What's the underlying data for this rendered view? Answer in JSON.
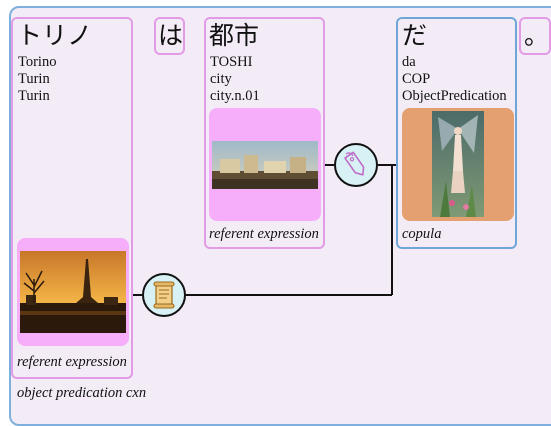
{
  "diagram": {
    "construction_label": "object predication cxn",
    "tokens": [
      {
        "surface": "トリノ",
        "romaji": "Torino",
        "gloss": "Turin",
        "sense": "Turin",
        "role": "referent expression",
        "image": "turin-skyline-picture"
      },
      {
        "surface": "は"
      },
      {
        "surface": "都市",
        "romaji": "TOSHI",
        "gloss": "city",
        "sense": "city.n.01",
        "role": "referent expression",
        "image": "city-ruins-painting"
      },
      {
        "surface": "だ",
        "romaji": "da",
        "gloss": "COP",
        "sense": "ObjectPredication",
        "role": "copula",
        "image": "fairy-painting"
      },
      {
        "surface": "。"
      }
    ],
    "connectors": [
      {
        "icon": "tag-icon"
      },
      {
        "icon": "scroll-icon"
      }
    ],
    "colors": {
      "outer_border": "#7fb0dd",
      "box_border": "#e29be6",
      "copula_border": "#6fa6d8",
      "image_pad": "#f7aefa",
      "copula_pad": "#e4a070",
      "connector_fill": "#d7f1f4"
    }
  }
}
